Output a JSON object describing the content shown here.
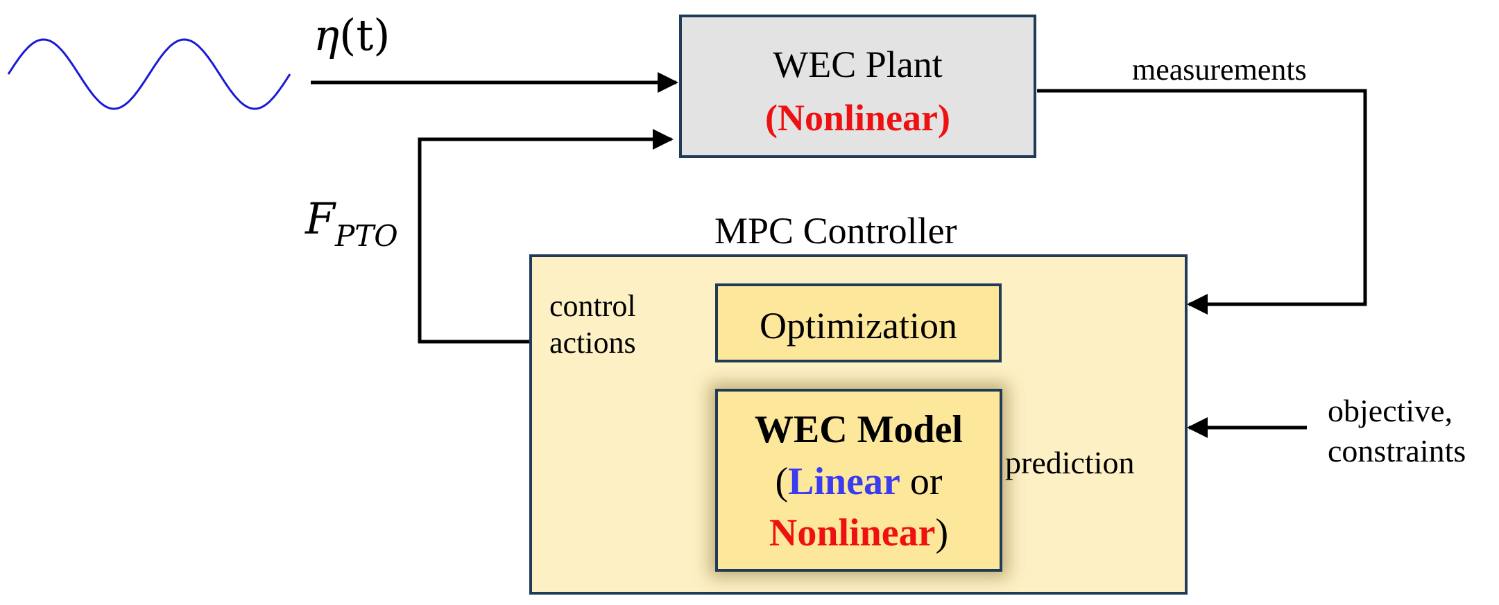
{
  "inputs": {
    "wave_symbol": "η",
    "wave_arg": "(t)",
    "force_symbol": "F",
    "force_subscript": "PTO"
  },
  "plant": {
    "title": "WEC Plant",
    "nature": "(Nonlinear)"
  },
  "controller": {
    "title": "MPC Controller",
    "optimization": "Optimization",
    "model": {
      "title": "WEC Model",
      "open_paren": "(",
      "linear": "Linear",
      "or": " or",
      "nonlinear": "Nonlinear",
      "close_paren": ")"
    }
  },
  "edge_labels": {
    "measurements": "measurements",
    "control_line1": "control",
    "control_line2": "actions",
    "prediction": "prediction",
    "objective_line1": "objective,",
    "objective_line2": "constraints"
  },
  "colors": {
    "wave": "#1a1ad6",
    "nonlinear": "#ee1111",
    "linear": "#3b3bf0",
    "plant_fill": "#e3e3e3",
    "controller_fill": "#fdf0c4",
    "inner_fill": "#fde79a",
    "border": "#1f3b57"
  }
}
